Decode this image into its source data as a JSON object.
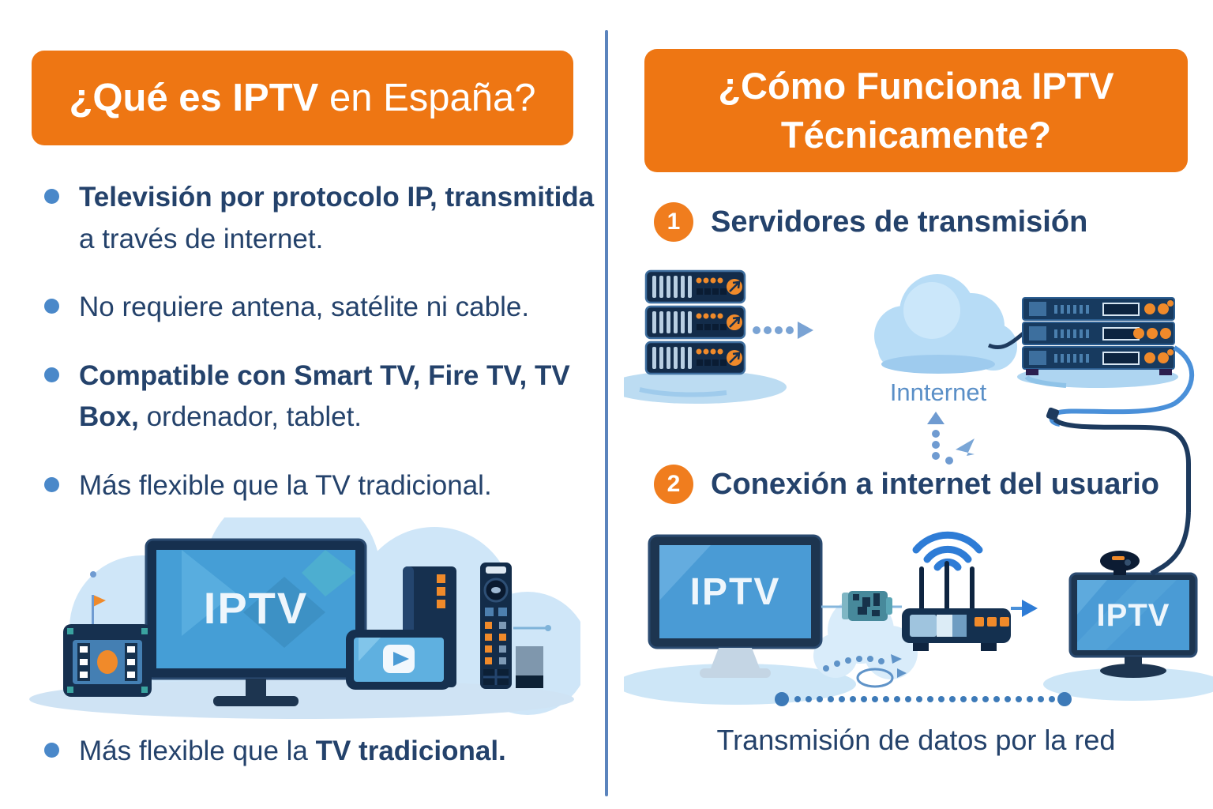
{
  "left_panel": {
    "header": {
      "bold": "¿Qué es IPTV",
      "rest": " en España?"
    },
    "bullets": [
      {
        "bold": "Televisión por protocolo IP, transmitida",
        "rest": " a través de internet."
      },
      {
        "bold": "",
        "rest": "No requiere antena, satélite ni cable."
      },
      {
        "bold": "Compatible con Smart TV, Fire TV, TV Box,",
        "rest": " ordenador, tablet."
      },
      {
        "bold": "",
        "rest": "Más flexible que la TV tradicional."
      },
      {
        "rest": "Más flexible que la ",
        "bold": "TV tradicional."
      }
    ],
    "illustration": {
      "screen_label": "IPTV"
    }
  },
  "right_panel": {
    "header": {
      "line1": "¿Cómo Funciona IPTV",
      "line2": "Técnicamente?"
    },
    "steps": [
      {
        "number": "1",
        "label": "Servidores de transmisión"
      },
      {
        "number": "2",
        "label": "Conexión a internet del usuario"
      }
    ],
    "diagram1": {
      "cloud_label": "Innternet"
    },
    "diagram2": {
      "monitor_label": "IPTV",
      "tv_label": "IPTV"
    },
    "caption": "Transmisión de datos por la red"
  },
  "colors": {
    "accent_orange": "#ee7613",
    "badge_orange": "#f07d1e",
    "text_navy": "#24426b",
    "device_navy": "#16304f",
    "screen_blue": "#459ed6",
    "bullet_dot_blue": "#4a88c9",
    "divider_blue": "#5b84bd",
    "cloud_blue": "#b7dcf6",
    "wifi_blue": "#2e7cd6",
    "dotted_line_blue": "#3d7ab8",
    "cloud_label_blue": "#5a8fc7"
  },
  "icons": [
    "cloud-icon",
    "wifi-icon",
    "server-rack-icon",
    "router-icon",
    "monitor-icon",
    "tv-icon",
    "tablet-icon",
    "remote-control-icon",
    "media-player-icon",
    "play-icon",
    "arrow-icon",
    "webcam-icon"
  ]
}
